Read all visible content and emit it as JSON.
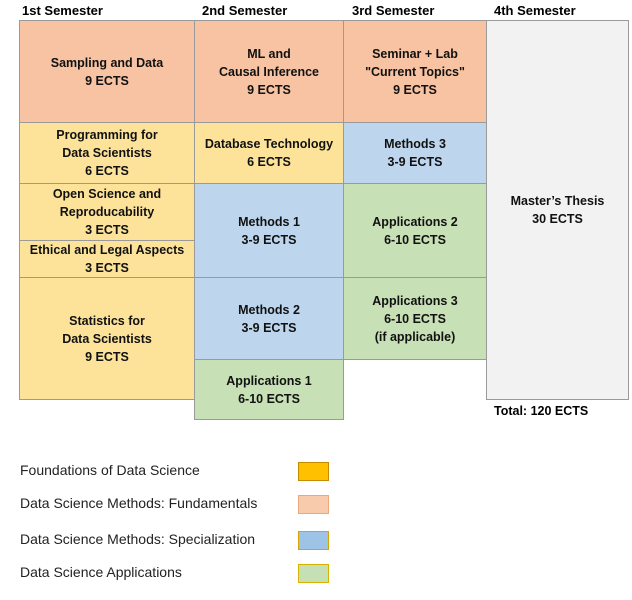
{
  "semesters": [
    "1st Semester",
    "2nd Semester",
    "3rd Semester",
    "4th Semester"
  ],
  "modules": {
    "sampling": [
      "Sampling and Data",
      "9 ECTS"
    ],
    "ml": [
      "ML and",
      "Causal Inference",
      "9 ECTS"
    ],
    "seminar": [
      "Seminar + Lab",
      "\"Current Topics\"",
      "9 ECTS"
    ],
    "thesis": [
      "Master’s Thesis",
      "30 ECTS"
    ],
    "programming": [
      "Programming for",
      "Data Scientists",
      "6 ECTS"
    ],
    "database": [
      "Database Technology",
      "6 ECTS"
    ],
    "methods3": [
      "Methods 3",
      "3-9 ECTS"
    ],
    "openscience": [
      "Open Science and",
      "Reproducability",
      "3 ECTS"
    ],
    "ethical": [
      "Ethical and Legal Aspects",
      "3 ECTS"
    ],
    "methods1": [
      "Methods 1",
      "3-9 ECTS"
    ],
    "applications2": [
      "Applications 2",
      "6-10 ECTS"
    ],
    "statistics": [
      "Statistics for",
      "Data Scientists",
      "9 ECTS"
    ],
    "methods2": [
      "Methods 2",
      "3-9 ECTS"
    ],
    "applications3": [
      "Applications 3",
      "6-10 ECTS",
      "(if applicable)"
    ],
    "applications1": [
      "Applications 1",
      "6-10 ECTS"
    ]
  },
  "total": "Total: 120 ECTS",
  "legend": [
    {
      "label": "Foundations of Data Science",
      "color": "#ffc000",
      "border": "#c58b00"
    },
    {
      "label": "Data Science Methods: Fundamentals",
      "color": "#f8cbad",
      "border": "#e8a97f"
    },
    {
      "label": "Data Science Methods: Specialization",
      "color": "#9dc3e6",
      "border": "#d9a400"
    },
    {
      "label": "Data Science Applications",
      "color": "#c5e0b4",
      "border": "#d9b300"
    }
  ]
}
